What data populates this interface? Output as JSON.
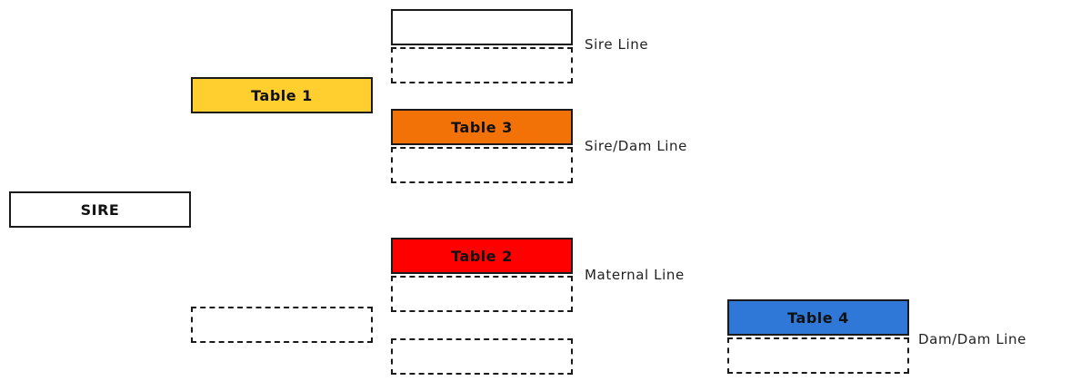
{
  "boxes": {
    "sire": {
      "label": "SIRE",
      "color": "#ffffff"
    },
    "table1": {
      "label": "Table 1",
      "color": "#ffce2f"
    },
    "table2": {
      "label": "Table 2",
      "color": "#ff0000"
    },
    "table3": {
      "label": "Table 3",
      "color": "#f27207"
    },
    "table4": {
      "label": "Table 4",
      "color": "#2f78d8"
    }
  },
  "lines": {
    "sire_line": "Sire Line",
    "sire_dam_line": "Sire/Dam Line",
    "maternal_line": "Maternal Line",
    "dam_dam_line": "Dam/Dam Line"
  }
}
